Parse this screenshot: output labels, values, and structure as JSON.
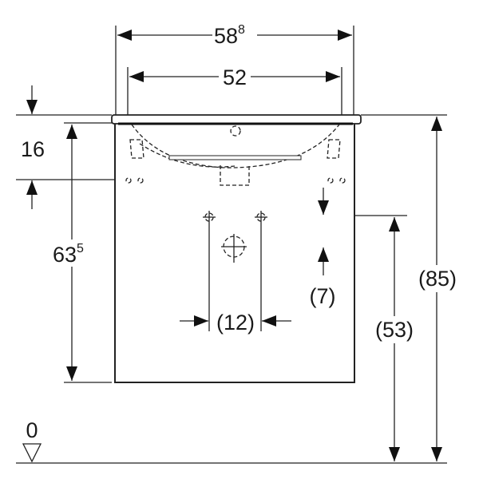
{
  "dimensions": {
    "overall_width": {
      "main": "58",
      "sup": "8"
    },
    "basin_width": "52",
    "top_offset": "16",
    "cabinet_height": {
      "main": "63",
      "sup": "5"
    },
    "total_height": "(85)",
    "supply_height": "(53)",
    "drain_offset": "(7)",
    "supply_spacing": "(12)",
    "floor_level": "0"
  },
  "colors": {
    "line": "#222222",
    "background": "#ffffff"
  }
}
